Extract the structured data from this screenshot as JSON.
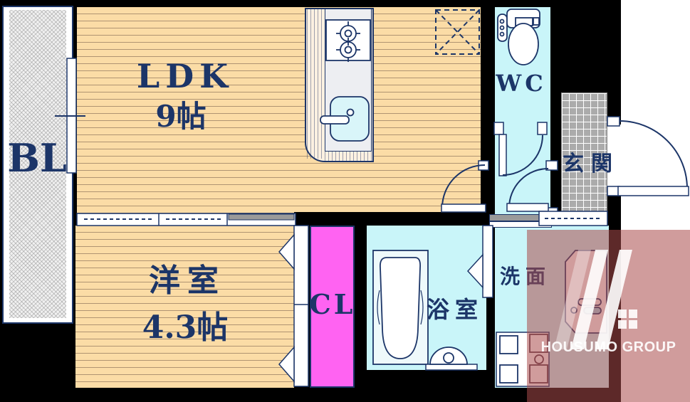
{
  "floorplan": {
    "rooms": {
      "balcony": {
        "label": "BL"
      },
      "ldk": {
        "label": "LDK",
        "size": "9帖"
      },
      "wc": {
        "label": "WC"
      },
      "entrance": {
        "label": "玄関"
      },
      "western": {
        "label": "洋室",
        "size": "4.3帖"
      },
      "closet": {
        "label": "CL"
      },
      "bathroom": {
        "label": "浴室"
      },
      "washroom": {
        "label": "洗面"
      }
    },
    "colors": {
      "wall": "#000000",
      "outline_navy": "#1c3568",
      "floor_tan": "#fbdca6",
      "room_cyan": "#c9f5f9",
      "closet_magenta": "#ff63f2",
      "entrance_tile_gray": "#ababab",
      "watermark_rose": "rgba(170,75,75,0.55)"
    }
  },
  "watermark": {
    "company": "HOUSUMO GROUP"
  }
}
